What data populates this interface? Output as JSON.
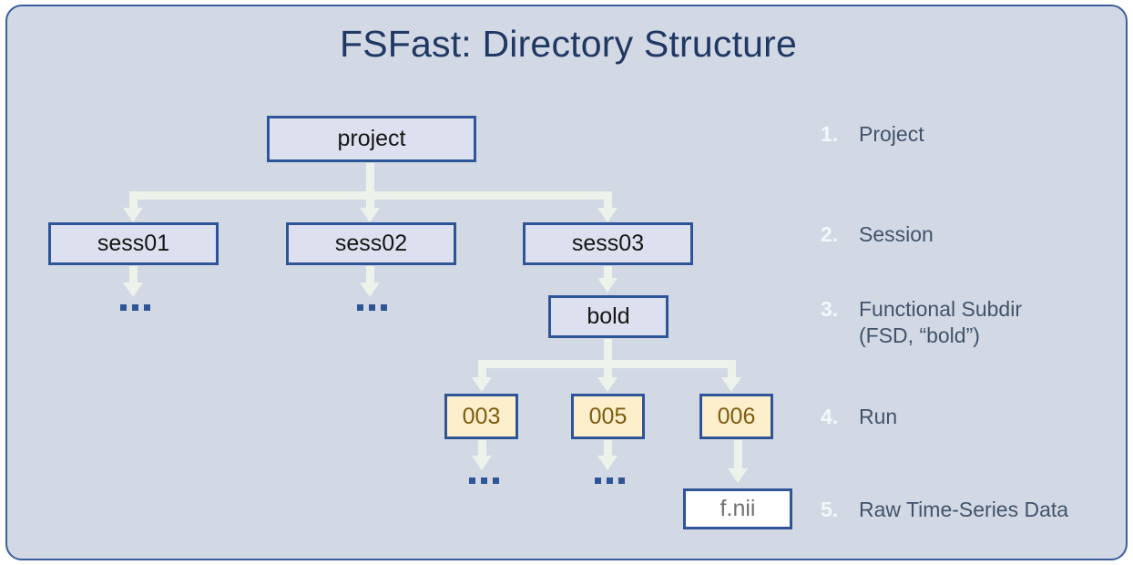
{
  "slide": {
    "title": "FSFast: Directory Structure",
    "background_color": "#d3d9e4",
    "border_color": "#3a5e9e",
    "title_color": "#1f3864"
  },
  "colors": {
    "dir_box_fill": "#dde1ef",
    "dir_box_border": "#2e5597",
    "run_box_fill": "#fdeecc",
    "run_box_text": "#7c5d10",
    "file_box_fill": "#ffffff",
    "file_box_text": "#707070",
    "connector": "#edf2ea",
    "legend_number": "#f4f7fb",
    "legend_label": "#41536b",
    "ellipsis_dot": "#2e5597"
  },
  "tree": {
    "project": {
      "label": "project"
    },
    "sessions": [
      {
        "label": "sess01"
      },
      {
        "label": "sess02"
      },
      {
        "label": "sess03"
      }
    ],
    "fsd": {
      "label": "bold"
    },
    "runs": [
      {
        "label": "003"
      },
      {
        "label": "005"
      },
      {
        "label": "006"
      }
    ],
    "file": {
      "label": "f.nii"
    },
    "ellipsis": {
      "label": "..."
    }
  },
  "legend": {
    "items": [
      {
        "number": "1.",
        "label": "Project"
      },
      {
        "number": "2.",
        "label": "Session"
      },
      {
        "number": "3.",
        "label": "Functional Subdir\n(FSD, “bold”)"
      },
      {
        "number": "4.",
        "label": "Run"
      },
      {
        "number": "5.",
        "label": "Raw Time-Series Data"
      }
    ]
  }
}
